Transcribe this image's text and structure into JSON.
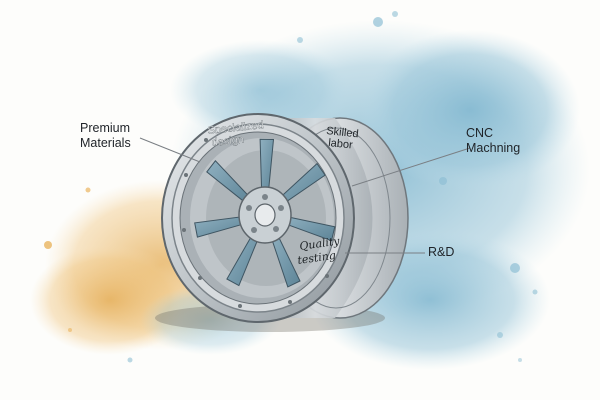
{
  "callouts": {
    "premium_materials": {
      "line1": "Premium",
      "line2": "Materials"
    },
    "cnc_machining": {
      "line1": "CNC",
      "line2": "Machning"
    },
    "rnd": {
      "label": "R&D"
    }
  },
  "wheel_labels": {
    "specialized": {
      "line1": "Specialized",
      "line2": "design"
    },
    "skilled_labor": {
      "line1": "Skilled",
      "line2": "labor"
    },
    "quality_testing": {
      "line1": "Quality",
      "line2": "testing"
    }
  },
  "colors": {
    "watercolor_blue": "#8fbfd4",
    "watercolor_orange": "#e9b45f",
    "spoke_blue": "#6e93a6",
    "rim_silver": "#c8cdd1",
    "leader_line": "#7a7f84"
  }
}
